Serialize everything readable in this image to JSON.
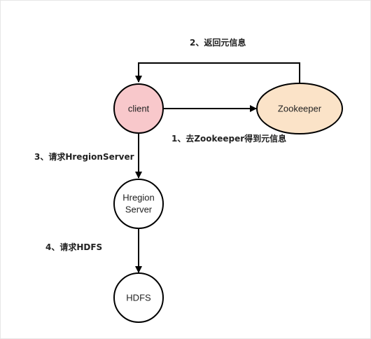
{
  "colors": {
    "client_fill": "#F8C8CB",
    "zookeeper_fill": "#FBE3C8",
    "default_fill": "#FFFFFF",
    "stroke": "#000000"
  },
  "nodes": {
    "client": {
      "label": "client"
    },
    "zookeeper": {
      "label": "Zookeeper"
    },
    "hregion_server": {
      "line1": "Hregion",
      "line2": "Server"
    },
    "hdfs": {
      "label": "HDFS"
    }
  },
  "edges": {
    "step1": "1、去Zookeeper得到元信息",
    "step2": "2、返回元信息",
    "step3": "3、请求HregionServer",
    "step4": "4、请求HDFS"
  }
}
